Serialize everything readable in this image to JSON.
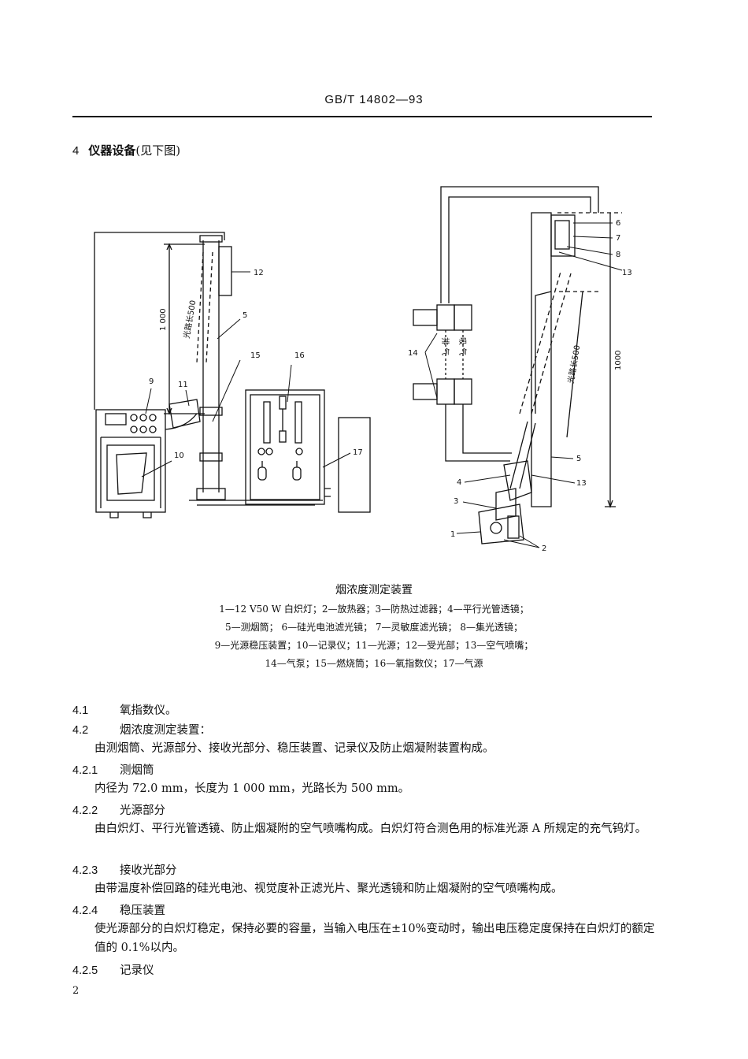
{
  "header": {
    "standard_no": "GB/T  14802—93"
  },
  "section": {
    "number": "4",
    "title": "仪器设备",
    "note": "(见下图)"
  },
  "figure": {
    "labels": {
      "n1": "1",
      "n2": "2",
      "n3": "3",
      "n4": "4",
      "n5": "5",
      "n5b": "5",
      "n6": "6",
      "n7": "7",
      "n8": "8",
      "n9": "9",
      "n10": "10",
      "n11": "11",
      "n12": "12",
      "n13": "13",
      "n13b": "13",
      "n14": "14",
      "n15": "15",
      "n16": "16",
      "n17": "17",
      "len_left": "1 000",
      "path_left": "光路长500",
      "len_right": "1000",
      "path_right": "光路长500",
      "exhaust": "排 气",
      "intake": "吸 气"
    }
  },
  "caption": {
    "title": "烟浓度测定装置",
    "legend": [
      "1—12 V50 W 白炽灯；2—放热器；3—防热过滤器；4—平行光管透镜；",
      "5—测烟筒； 6—硅光电池滤光镜； 7—灵敏度滤光镜； 8—集光透镜；",
      "9—光源稳压装置；10—记录仪；11—光源；12—受光部；13—空气喷嘴；",
      "14—气泵；15—燃烧筒；16—氧指数仪；17—气源"
    ]
  },
  "clauses": [
    {
      "num": "4.1",
      "title": "氧指数仪。"
    },
    {
      "num": "4.2",
      "title": "烟浓度测定装置："
    },
    {
      "num": "4.2.1",
      "title": "测烟筒"
    },
    {
      "num": "4.2.2",
      "title": "光源部分"
    },
    {
      "num": "4.2.3",
      "title": "接收光部分"
    },
    {
      "num": "4.2.4",
      "title": "稳压装置"
    },
    {
      "num": "4.2.5",
      "title": "记录仪"
    }
  ],
  "paragraphs": {
    "p42": "由测烟筒、光源部分、接收光部分、稳压装置、记录仪及防止烟凝附装置构成。",
    "p421": "内径为 72.0 mm，长度为 1 000 mm，光路长为 500 mm。",
    "p422": "由白炽灯、平行光管透镜、防止烟凝附的空气喷嘴构成。白炽灯符合测色用的标准光源 A 所规定的充气钨灯。",
    "p423": "由带温度补偿回路的硅光电池、视觉度补正滤光片、聚光透镜和防止烟凝附的空气喷嘴构成。",
    "p424": "使光源部分的白炽灯稳定，保持必要的容量，当输入电压在±10%变动时，输出电压稳定度保持在白炽灯的额定值的 0.1%以内。"
  },
  "page_number": "2"
}
